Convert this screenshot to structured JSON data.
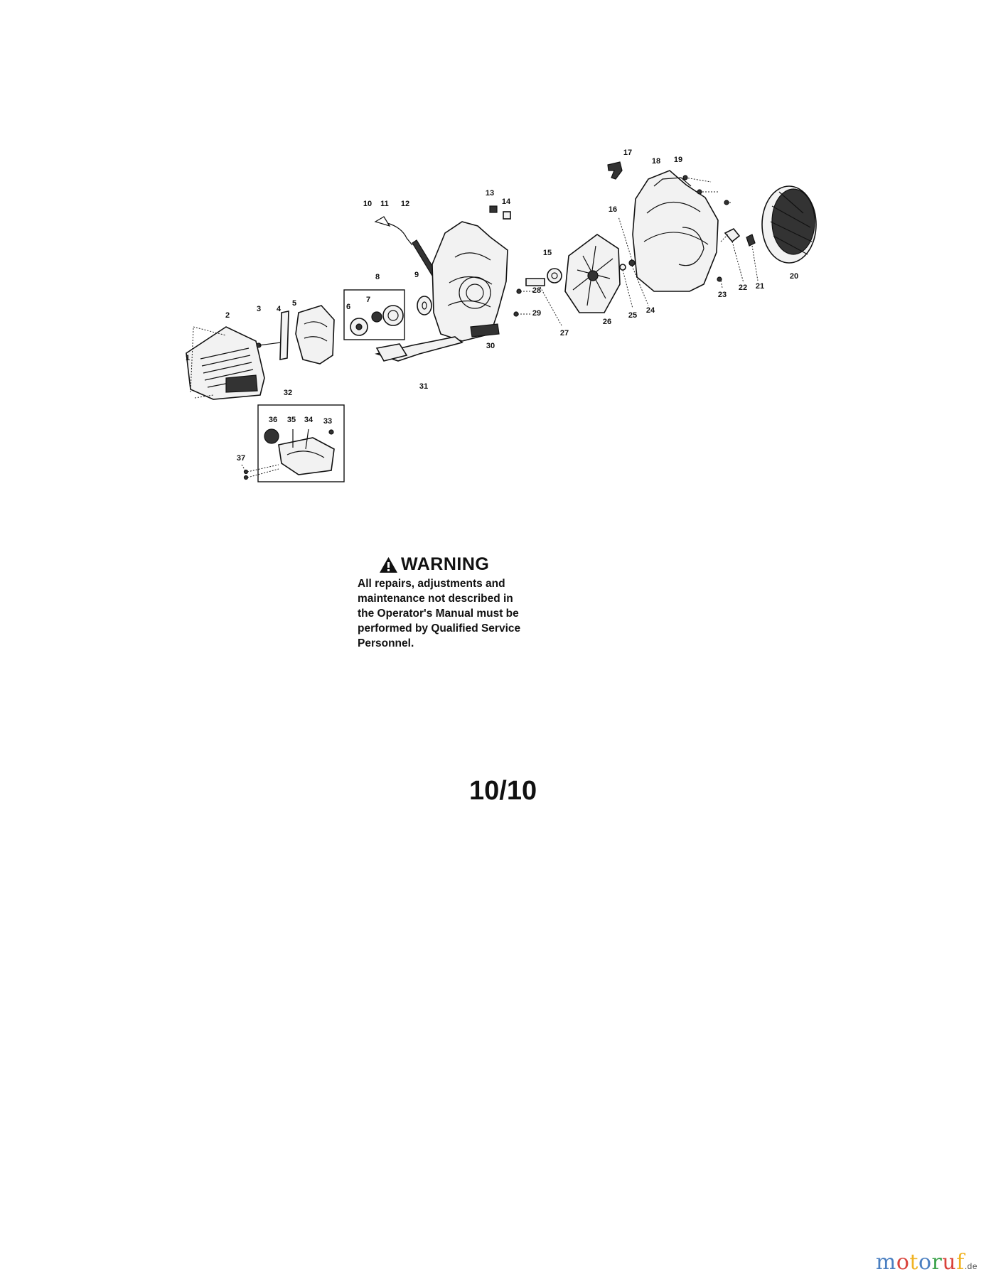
{
  "diagram": {
    "part_labels": [
      "1",
      "2",
      "3",
      "4",
      "5",
      "6",
      "7",
      "8",
      "9",
      "10",
      "11",
      "12",
      "13",
      "14",
      "15",
      "16",
      "17",
      "18",
      "19",
      "20",
      "21",
      "22",
      "23",
      "24",
      "25",
      "26",
      "27",
      "28",
      "29",
      "30",
      "31",
      "32",
      "33",
      "34",
      "35",
      "36",
      "37"
    ]
  },
  "warning": {
    "title": "WARNING",
    "lines": [
      "All repairs, adjustments and",
      "maintenance not described in",
      "the Operator's Manual must be",
      "performed by Qualified Service",
      "Personnel."
    ]
  },
  "page_number": "10/10",
  "watermark": {
    "letters": [
      {
        "ch": "m",
        "color": "#4a7fc1"
      },
      {
        "ch": "o",
        "color": "#d9433b"
      },
      {
        "ch": "t",
        "color": "#f0b323"
      },
      {
        "ch": "o",
        "color": "#4a7fc1"
      },
      {
        "ch": "r",
        "color": "#3aa34a"
      },
      {
        "ch": "u",
        "color": "#d9433b"
      },
      {
        "ch": "f",
        "color": "#f0b323"
      }
    ],
    "suffix": ".de"
  }
}
